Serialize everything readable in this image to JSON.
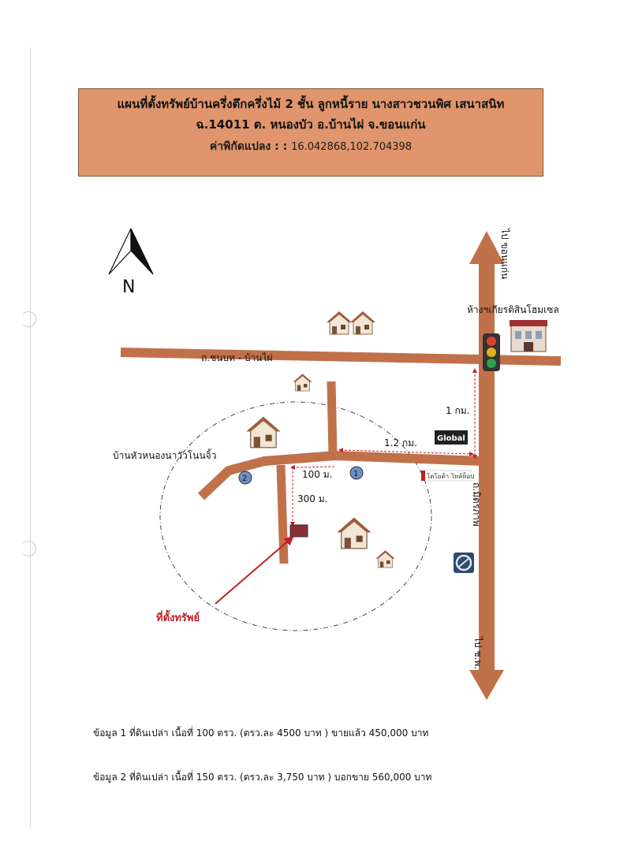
{
  "header": {
    "line1": "แผนที่ตั้งทรัพย์บ้านครึ่งตึกครึ่งไม้ 2 ชั้น ลูกหนี้ราย นางสาวชวนพิศ เสนาสนิท",
    "line2": "ฉ.14011 ต. หนองบัว อ.บ้านไผ่ จ.ขอนแก่น",
    "coord_label": "ค่าพิกัดแปลง : :",
    "coord_value": "16.042868,102.704398"
  },
  "map": {
    "north_label": "N",
    "road_top_label": "ถ.ชนบท - บ้านไผ่",
    "road_north_label": "ไป ขอนแก่น",
    "road_south_label": "ไป ช.พ.",
    "road_main_label": "ถ.มิตรภาพ",
    "store_label": "ห้างฯเกียรติสินโฮมเซล",
    "village_label": "บ้านหัวหนองนาวัวโนนจิ้ว",
    "dist_1km": "1 กม.",
    "dist_1_2km": "1.2 กม.",
    "dist_100m": "100 ม.",
    "dist_300m": "300 ม.",
    "marker_1": "1",
    "marker_2": "2",
    "property_label": "ที่ตั้งทรัพย์",
    "global_label": "Global",
    "toyota_label1": "โตโยต้า",
    "toyota_label2": "ไทล์ท็อป",
    "colors": {
      "road": "#c0714a",
      "property_arrow": "#c0202a",
      "marker": "#6f8fc4",
      "guide": "#c0202a"
    }
  },
  "notes": {
    "info1": "ข้อมูล 1 ที่ดินเปล่า เนื้อที่  100   ตรว. (ตรว.ละ 4500 บาท ) ขายแล้ว 450,000 บาท",
    "info2": "ข้อมูล 2 ที่ดินเปล่า เนื้อที่  150   ตรว. (ตรว.ละ 3,750 บาท ) บอกขาย 560,000 บาท"
  }
}
